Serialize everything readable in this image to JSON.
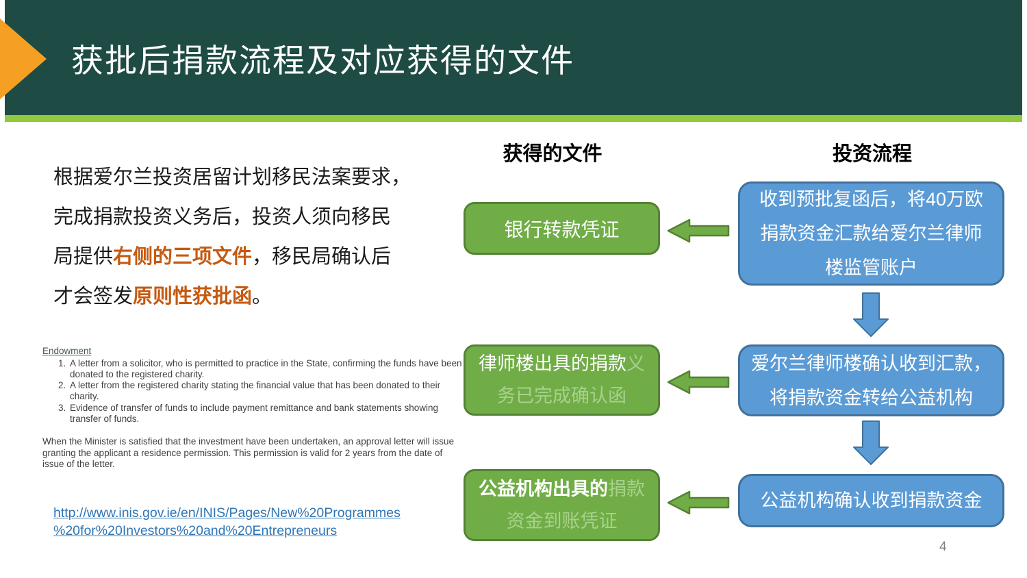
{
  "slide": {
    "title": "获批后捐款流程及对应获得的文件",
    "page_number": "4"
  },
  "intro": {
    "line1": "根据爱尔兰投资居留计划移民法案要求，",
    "line2": "完成捐款投资义务后，投资人须向移民",
    "line3_pre": "局提供",
    "line3_highlight": "右侧的三项文件",
    "line3_post": "，移民局确认后",
    "line4_pre": "才会签发",
    "line4_highlight": "原则性获批函",
    "line4_post": "。"
  },
  "endowment": {
    "heading": "Endowment",
    "items": [
      "A letter from a solicitor, who is permitted to practice in the State, confirming the funds have been donated to the registered charity.",
      "A letter from the registered charity stating the financial value that has been donated to their charity.",
      "Evidence of transfer of funds to include payment remittance and bank statements showing transfer of funds."
    ],
    "note": "When the Minister is satisfied that the investment have been undertaken, an approval letter will issue granting the applicant a residence permission.  This permission is valid for 2 years from the date of issue of the letter."
  },
  "link": {
    "line1": "http://www.inis.gov.ie/en/INIS/Pages/New%20Programmes",
    "line2": "%20for%20Investors%20and%20Entrepreneurs"
  },
  "flow": {
    "left_header": "获得的文件",
    "right_header": "投资流程",
    "documents": [
      {
        "white": "银行转款凭证",
        "light": "",
        "line2_light": ""
      },
      {
        "white": "律师楼出具的捐款",
        "light": "义",
        "line2_light": "务已完成确认函"
      },
      {
        "white": "公益机构出具的",
        "light": "捐款",
        "line2_light": "资金到账凭证"
      }
    ],
    "steps": [
      {
        "line1": "收到预批复函后，将40万欧",
        "line2": "捐款资金汇款给爱尔兰律师",
        "line3": "楼监管账户"
      },
      {
        "line1": "爱尔兰律师楼确认收到汇款，",
        "line2": "将捐款资金转给公益机构"
      },
      {
        "line1": "公益机构确认收到捐款资金"
      }
    ]
  },
  "colors": {
    "header_green": "#1E4C44",
    "lime_stripe": "#92C83E",
    "chevron_orange": "#F5A023",
    "doc_box_green": "#70AD47",
    "doc_box_border": "#548235",
    "step_box_blue": "#5B9BD5",
    "step_box_border": "#41719C",
    "highlight_orange": "#C55A11",
    "faded_green_text": "#A9D18E",
    "link_blue": "#2E75B6"
  }
}
